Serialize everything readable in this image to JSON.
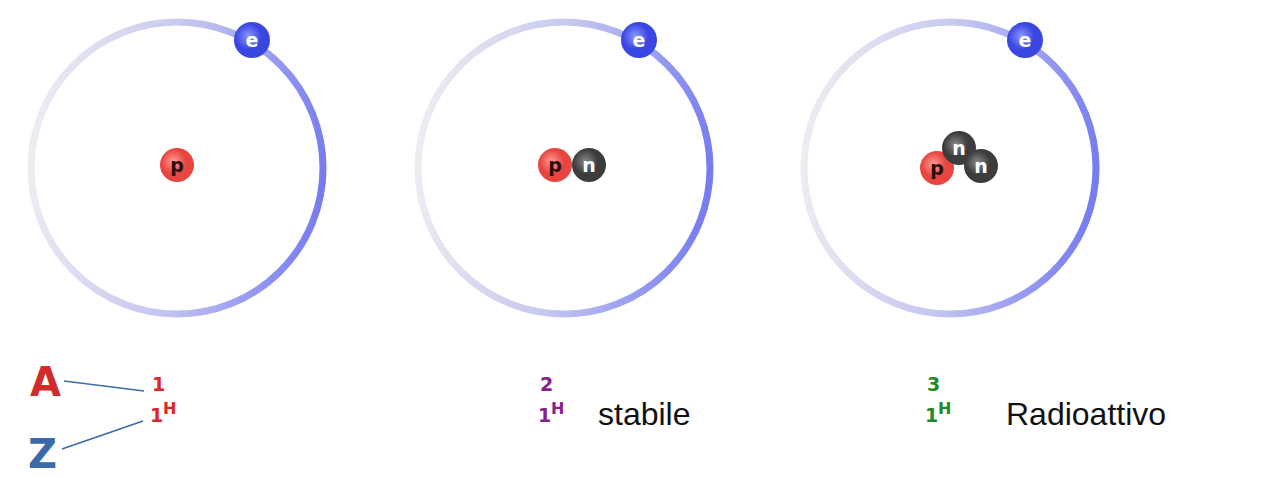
{
  "diagram": {
    "nodes": [
      {
        "text": [
          "e"
        ]
      },
      {
        "text": [
          "p"
        ]
      },
      {
        "text": [
          "e"
        ]
      },
      {
        "text": [
          "p"
        ]
      },
      {
        "text": [
          "n"
        ]
      },
      {
        "text": [
          "e"
        ]
      },
      {
        "text": [
          "p"
        ]
      },
      {
        "text": [
          "n"
        ]
      },
      {
        "text": [
          "n"
        ]
      }
    ],
    "labels": [
      "A",
      "Z",
      "1",
      "1",
      "H",
      "2",
      "1",
      "H",
      "stabile",
      "3",
      "1",
      "H",
      "Radioattivo"
    ]
  }
}
